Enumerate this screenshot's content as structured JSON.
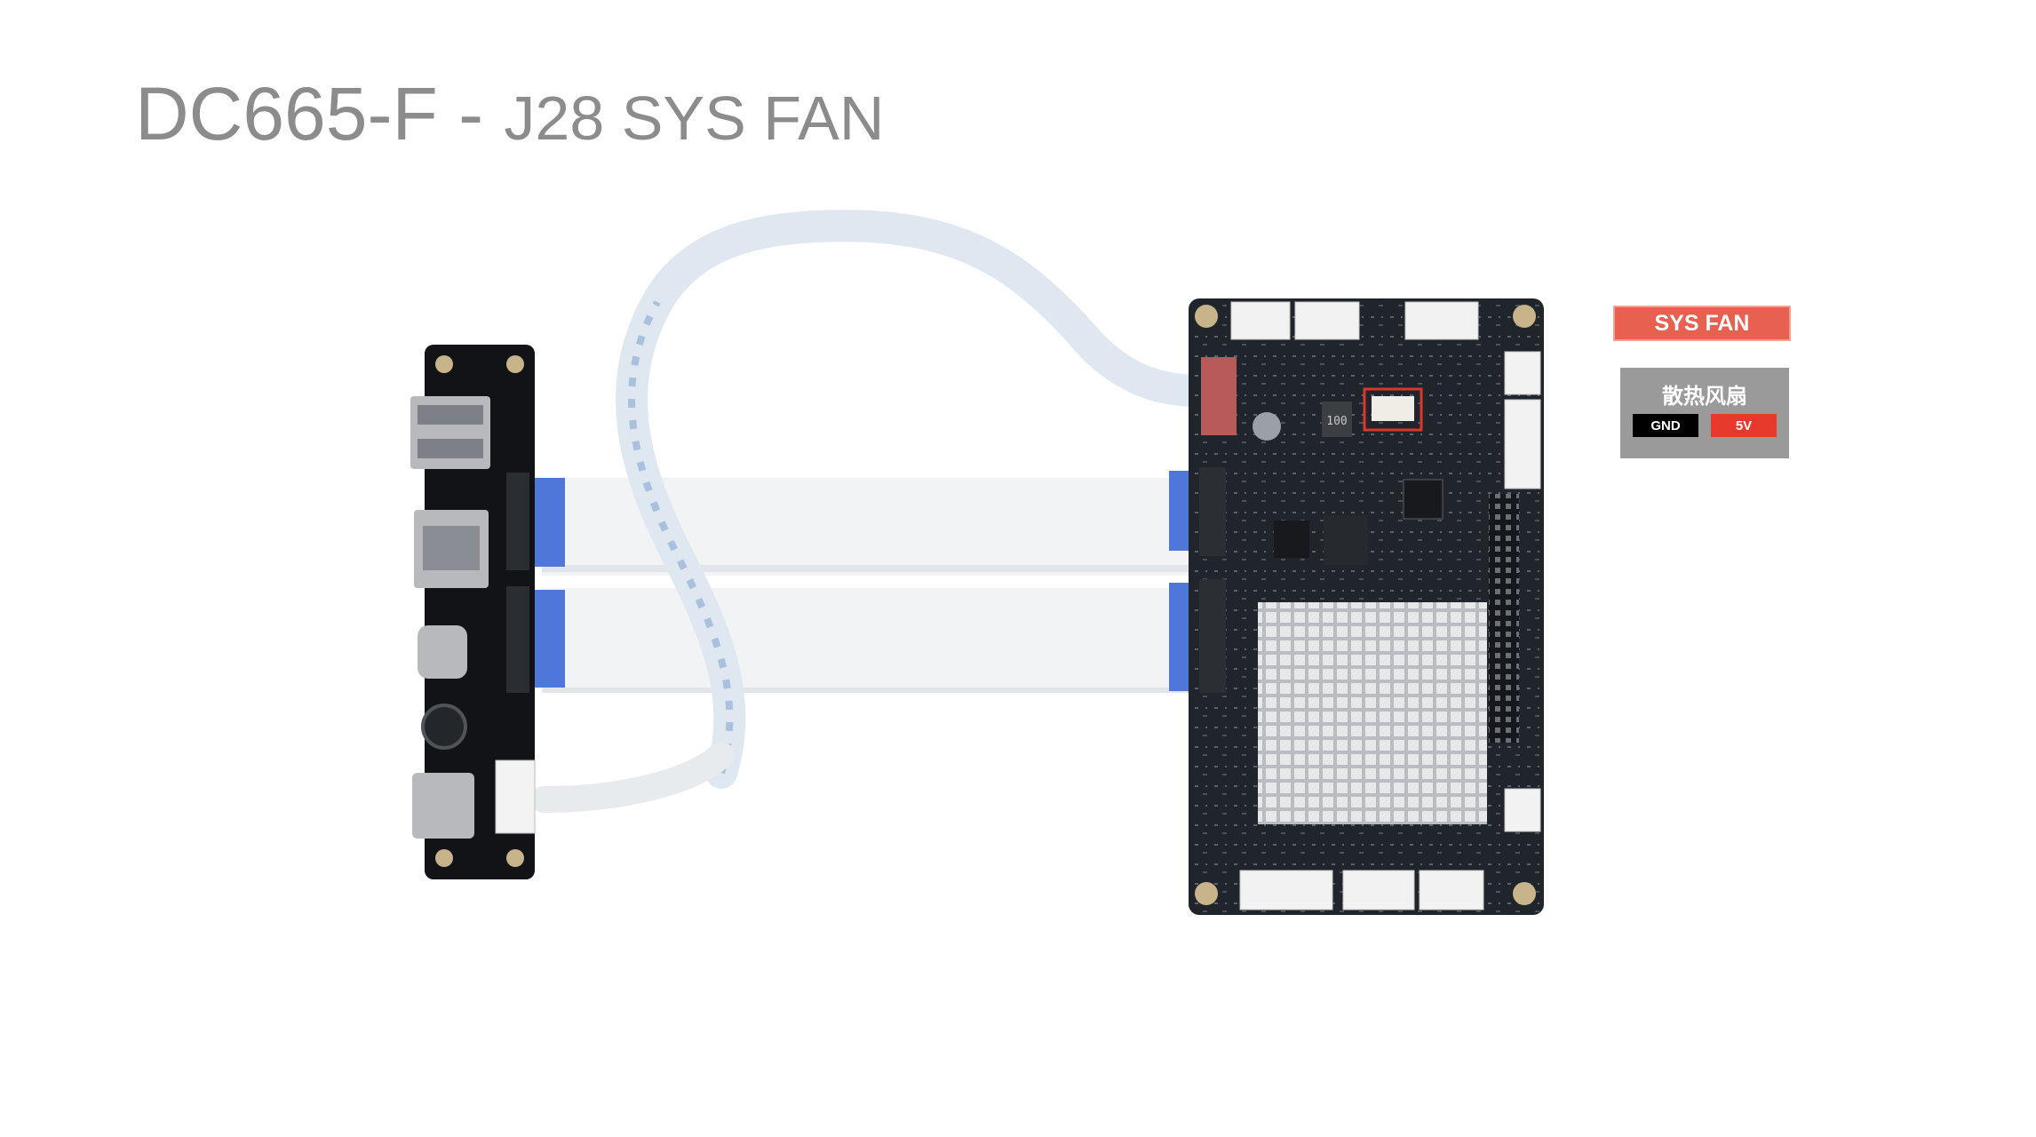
{
  "title": {
    "main": "DC665-F - ",
    "sub": "J28 SYS FAN"
  },
  "legend": {
    "badge": "SYS FAN",
    "label_cn": "散热风扇",
    "pins": [
      {
        "name": "GND",
        "color": "#000000"
      },
      {
        "name": "5V",
        "color": "#e83a2c"
      }
    ]
  },
  "colors": {
    "highlight": "#d9372a",
    "badge_bg": "#e8604f",
    "box_bg": "#9a9a9a"
  },
  "board_marks": {
    "main_chip_label": "100"
  }
}
